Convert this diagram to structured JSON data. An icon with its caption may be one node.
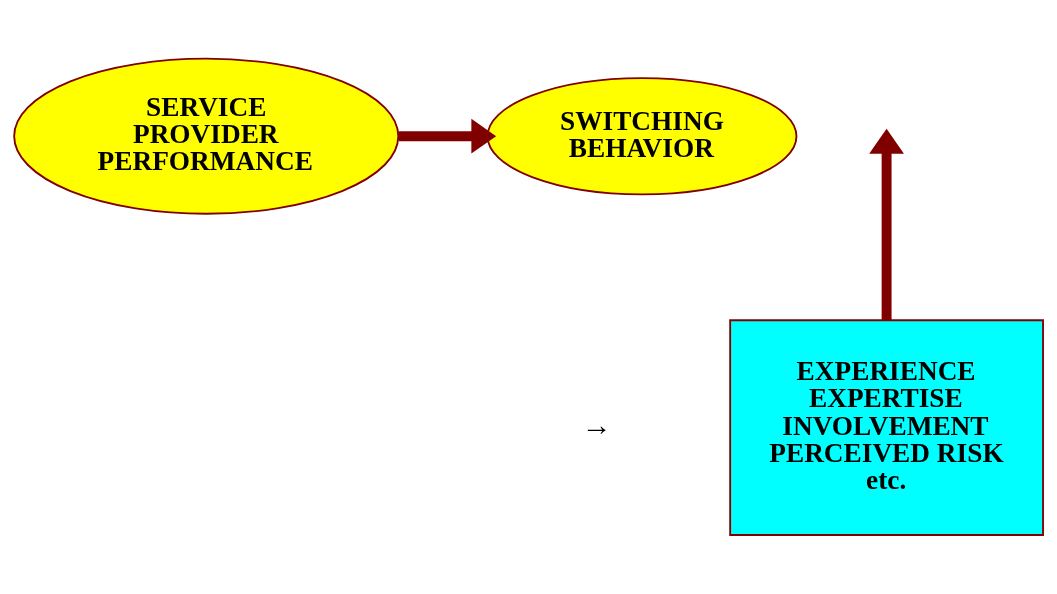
{
  "diagram": {
    "nodes": [
      {
        "text": [
          "SERVICE PROVIDER PERFORMANCE"
        ]
      },
      {
        "text": [
          "SWITCHING BEHAVIOR"
        ]
      },
      {
        "text": [
          "EXPERIENCE",
          "EXPERTISE",
          "INVOLVEMENT",
          "PERCEIVED RISK",
          "etc."
        ]
      }
    ],
    "edges": [
      {
        "from": 0,
        "to": 1,
        "arrow": "to"
      },
      {
        "from": 2,
        "to": null,
        "arrow": "to"
      }
    ],
    "labels": [
      "→"
    ]
  }
}
